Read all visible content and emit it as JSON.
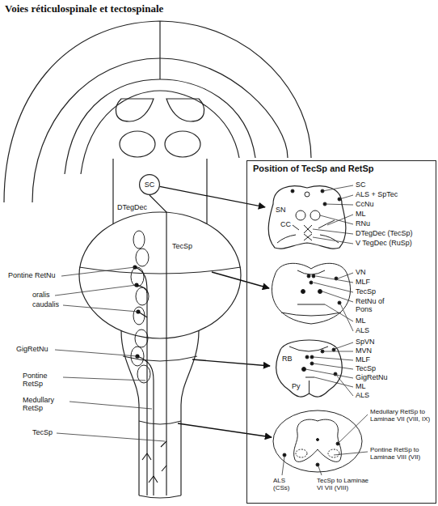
{
  "diagram": {
    "title": "Voies réticulospinale et tectospinale",
    "nodes": [
      {
        "text": [
          "Position of TecSp and RetSp"
        ]
      },
      {
        "text": [
          "SC"
        ]
      },
      {
        "text": [
          "SN",
          "CC"
        ],
        "in": 0
      },
      {
        "text": [
          "RB",
          "Py"
        ],
        "in": 0
      }
    ],
    "edges": [
      {
        "from": 1,
        "to": 2,
        "arrow": "to"
      }
    ],
    "labels": [
      "DTegDec",
      "TecSp",
      "Pontine RetNu",
      "oralis",
      "caudalis",
      "GigRetNu",
      "Pontine RetSp",
      "Medullary RetSp",
      "TecSp",
      "SC",
      "ALS + SpTec",
      "CcNu",
      "ML",
      "RNu",
      "DTegDec (TecSp)",
      "V TegDec (RuSp)",
      "VN",
      "MLF",
      "TecSp",
      "RetNu of Pons",
      "ML",
      "ALS",
      "SpVN",
      "MVN",
      "MLF",
      "TecSp",
      "GigRetNu",
      "ML",
      "ALS",
      "Medullary RetSp to Laminae VII (VIII, IX)",
      "Pontine RetSp to Laminae VIII (VII)",
      "ALS (CSs)",
      "TecSp to Laminae VI VII (VIII)"
    ]
  }
}
